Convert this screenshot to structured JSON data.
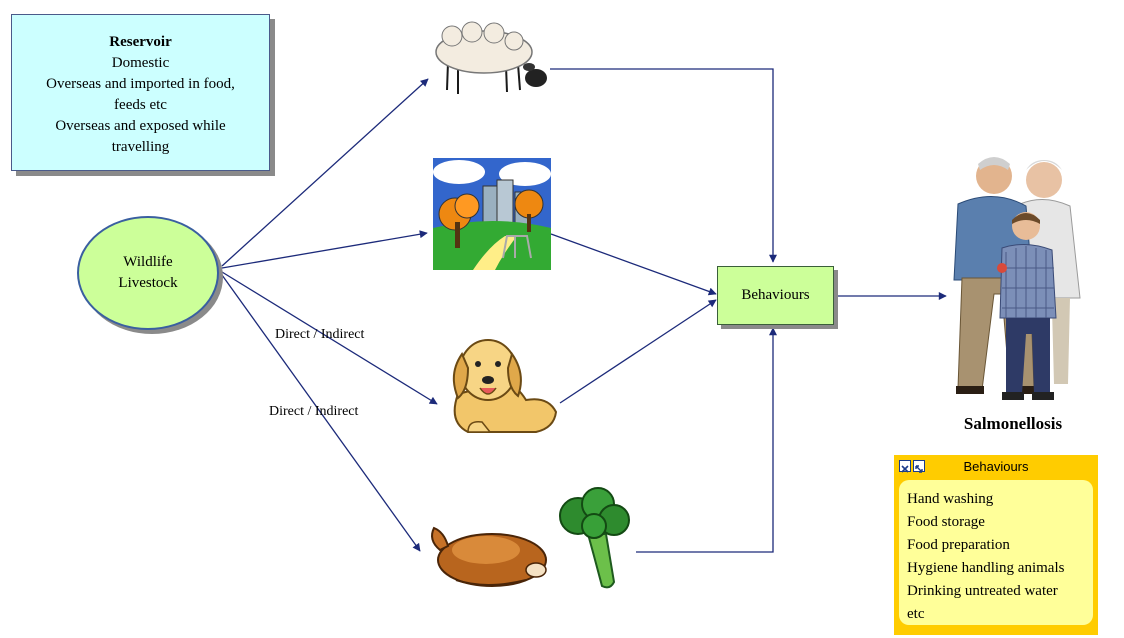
{
  "reservoir": {
    "title": "Reservoir",
    "lines": [
      "Domestic",
      "Overseas and imported in food,",
      "feeds etc",
      "Overseas and exposed while",
      "travelling"
    ]
  },
  "source": {
    "line1": "Wildlife",
    "line2": "Livestock"
  },
  "edge_labels": {
    "dog": "Direct / Indirect",
    "food": "Direct / Indirect"
  },
  "behaviours_node": {
    "label": "Behaviours"
  },
  "outcome": {
    "caption": "Salmonellosis"
  },
  "behaviours_note": {
    "title": "Behaviours",
    "items": [
      "Hand washing",
      "Food storage",
      "Food preparation",
      "Hygiene handling animals",
      "Drinking untreated water",
      "etc"
    ]
  },
  "icons": [
    "sheep-icon",
    "park-icon",
    "dog-icon",
    "roast-chicken-icon",
    "broccoli-icon",
    "family-photo-icon"
  ],
  "colors": {
    "reservoir_fill": "#ccffff",
    "source_fill": "#ccff99",
    "behaviours_fill": "#ccff99",
    "arrow": "#1c2a7a",
    "note_frame": "#ffcc00",
    "note_fill": "#ffff99"
  }
}
